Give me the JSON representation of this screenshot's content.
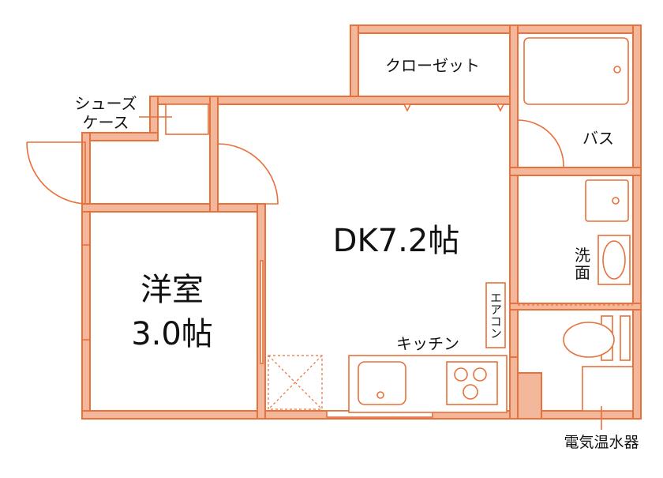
{
  "rooms": {
    "dk": "DK7.2帖",
    "western_line1": "洋室",
    "western_line2": "3.0帖",
    "closet": "クローゼット",
    "bath": "バス",
    "wash_line1": "洗",
    "wash_line2": "面",
    "shoes_line1": "シューズ",
    "shoes_line2": "ケース",
    "kitchen": "キッチン",
    "aircon": "エアコン",
    "water_heater": "電気温水器"
  },
  "colors": {
    "wall_fill": "#f3b89c",
    "wall_line": "#e8703a",
    "text": "#111111"
  }
}
